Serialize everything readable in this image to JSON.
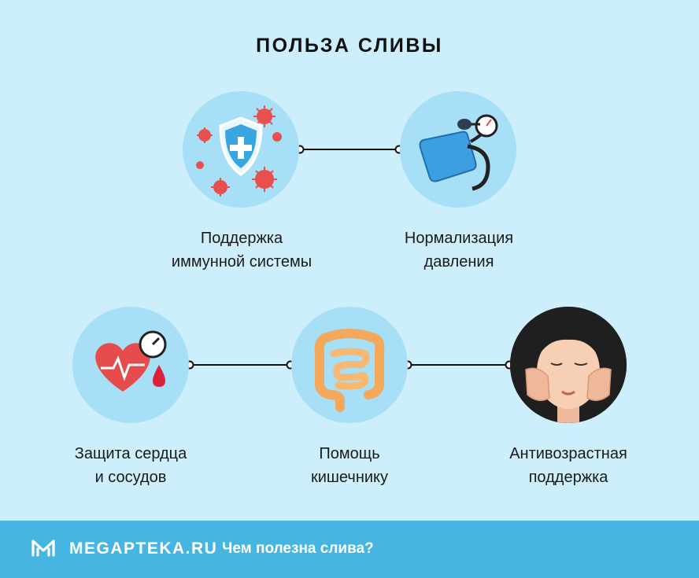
{
  "header": {
    "title": "ПОЛЬЗА СЛИВЫ"
  },
  "benefits": [
    {
      "line1": "Поддержка",
      "line2": "иммунной системы",
      "icon": "shield-virus-icon"
    },
    {
      "line1": "Нормализация",
      "line2": "давления",
      "icon": "blood-pressure-monitor-icon"
    },
    {
      "line1": "Защита сердца",
      "line2": "и сосудов",
      "icon": "heart-pulse-icon"
    },
    {
      "line1": "Помощь",
      "line2": "кишечнику",
      "icon": "intestines-icon"
    },
    {
      "line1": "Антивозрастная",
      "line2": "поддержка",
      "icon": "face-massage-icon"
    }
  ],
  "footer": {
    "brand": "MEGAPTEKA.RU",
    "tagline": "Чем полезна слива?"
  },
  "colors": {
    "background": "#cdeefb",
    "circle": "#a7dff7",
    "footer": "#47b5e2",
    "accent_red": "#e74c4c"
  }
}
